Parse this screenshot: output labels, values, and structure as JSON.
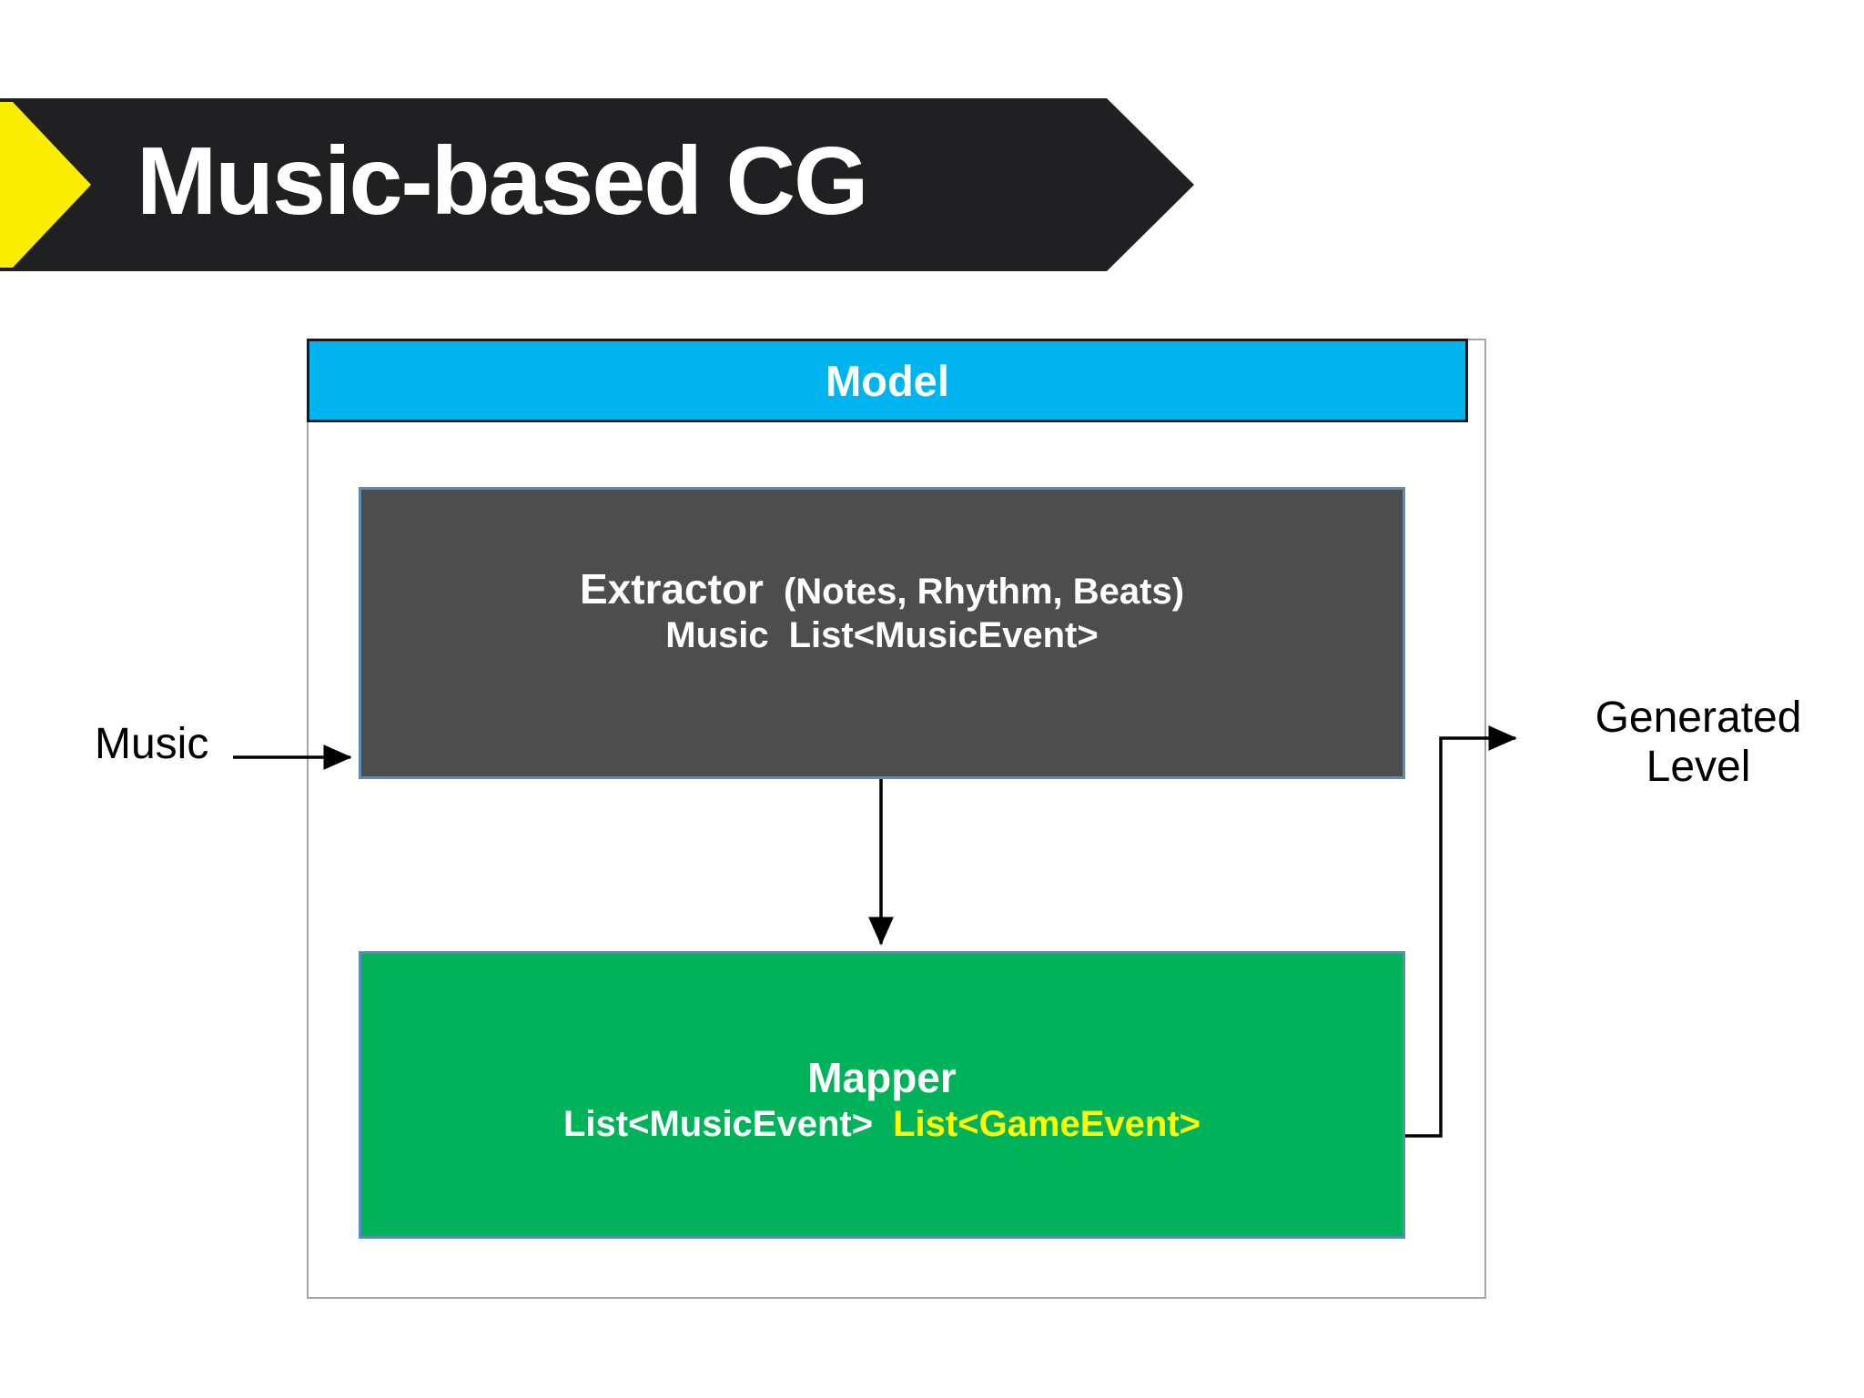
{
  "slide": {
    "title": "Music-based CG",
    "banner_dark_color": "#201f21",
    "banner_accent_color": "#fbed00"
  },
  "diagram": {
    "container": {
      "header_label": "Model",
      "header_color": "#00b4ef",
      "border_color": "#a6a6a6"
    },
    "nodes": [
      {
        "id": "extractor",
        "title": "Extractor",
        "subtitle": "(Notes, Rhythm, Beats)",
        "input_type": "Music",
        "output_type": "List<MusicEvent>",
        "fill_color": "#4d4d4d",
        "border_color": "#5b8cb8"
      },
      {
        "id": "mapper",
        "title": "Mapper",
        "input_type": "List<MusicEvent>",
        "output_type": "List<GameEvent>",
        "fill_color": "#00b259",
        "border_color": "#5b8cb8",
        "output_type_color": "#ffff00"
      }
    ],
    "external_labels": {
      "input": "Music",
      "output_line1": "Generated",
      "output_line2": "Level"
    },
    "connectors": [
      {
        "name": "music-to-extractor",
        "from": "Music",
        "to": "extractor"
      },
      {
        "name": "extractor-to-mapper",
        "from": "extractor",
        "to": "mapper"
      },
      {
        "name": "mapper-to-generated-level",
        "from": "mapper",
        "to": "Generated Level"
      }
    ]
  }
}
